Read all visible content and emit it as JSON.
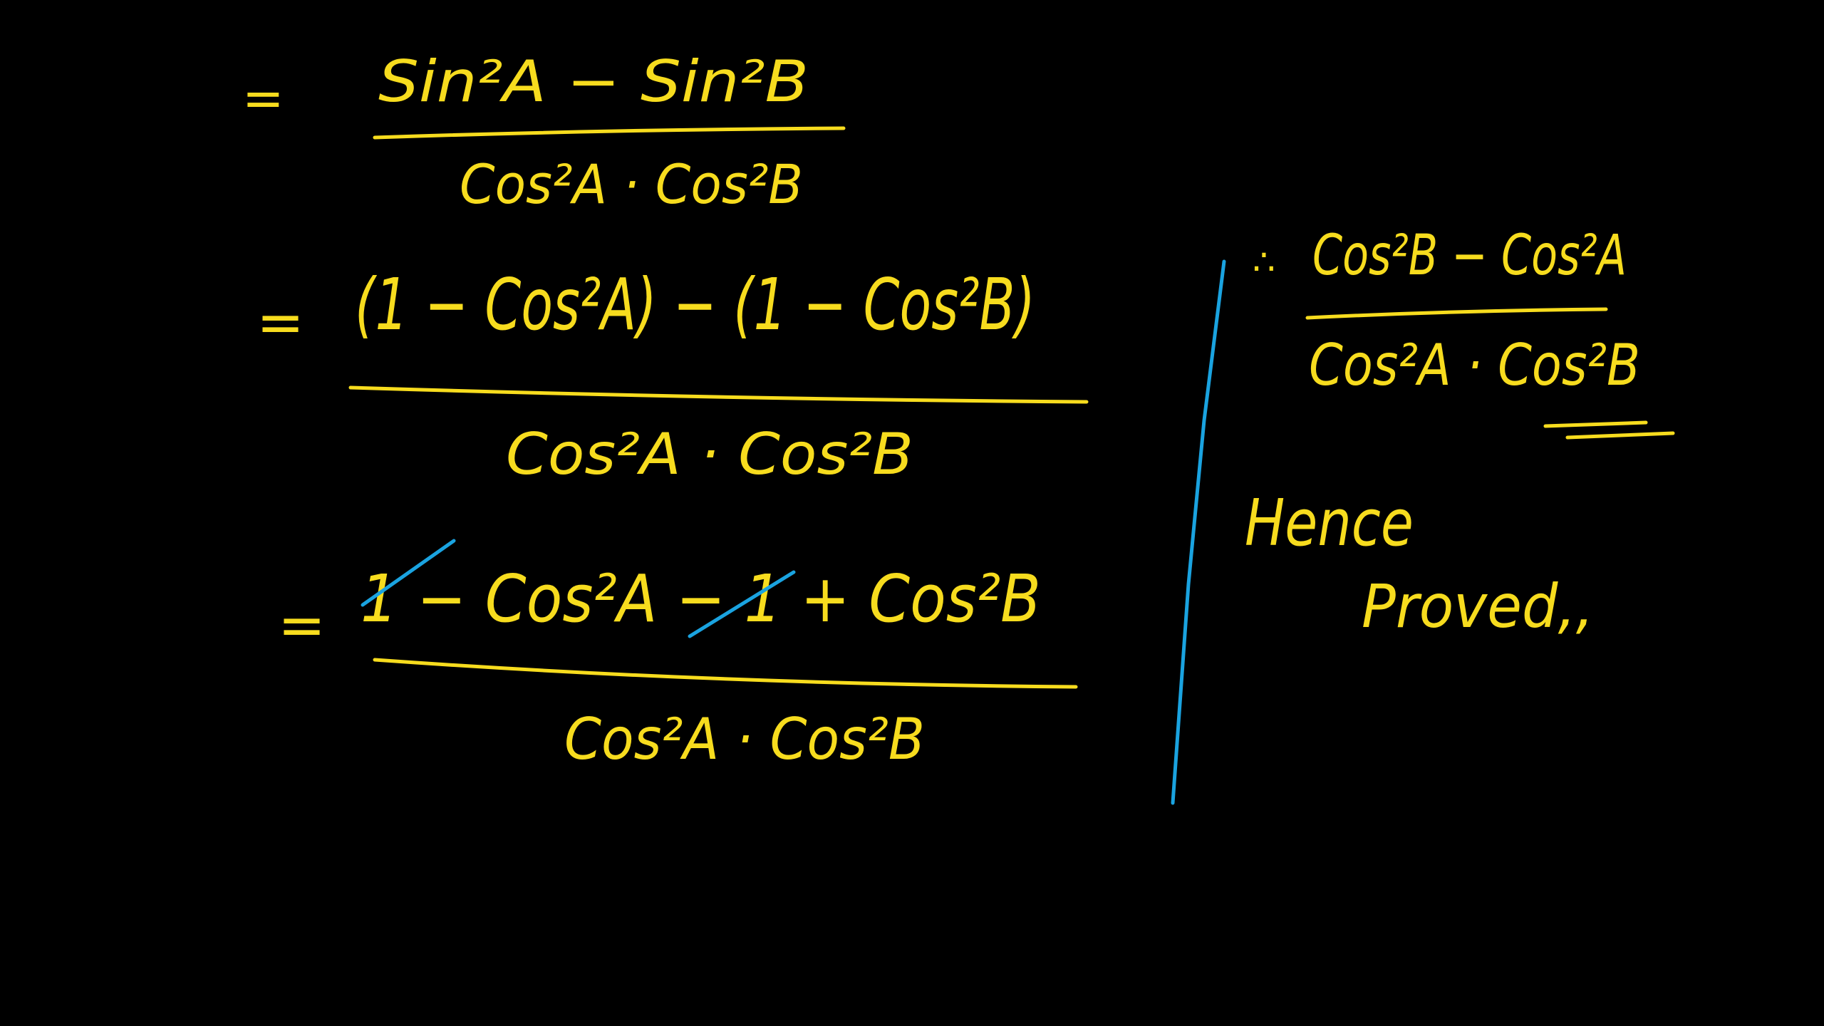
{
  "colors": {
    "ink": "#f7dc1e",
    "accent": "#1aa3e0",
    "background": "#000000"
  },
  "steps": [
    {
      "equals": "=",
      "numerator": "Sin²A − Sin²B",
      "denominator": "Cos²A · Cos²B"
    },
    {
      "equals": "=",
      "numerator": "(1 − Cos²A) − (1 − Cos²B)",
      "denominator": "Cos²A · Cos²B"
    },
    {
      "equals": "=",
      "numerator": "1 − Cos²A − 1 + Cos²B",
      "denominator": "Cos²A · Cos²B"
    }
  ],
  "result": {
    "therefore": "∴",
    "numerator": "Cos²B − Cos²A",
    "denominator": "Cos²A · Cos²B",
    "conclusion_line1": "Hence",
    "conclusion_line2": "Proved,,"
  }
}
